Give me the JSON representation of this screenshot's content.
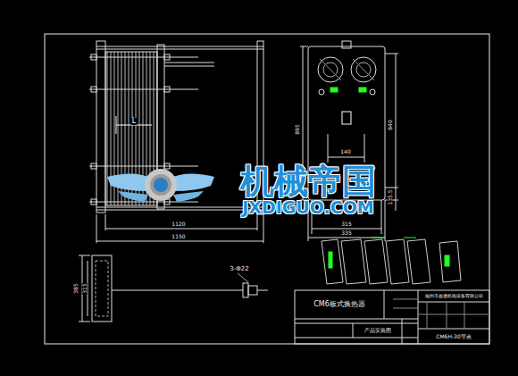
{
  "diagram": {
    "nodes": [
      {
        "text": [
          "CM6板式换热器"
        ]
      },
      {
        "text": [
          "福州市鑫通机电设备有限公司"
        ]
      },
      {
        "text": [
          "产品安装图"
        ]
      },
      {
        "text": [
          "CM6H-30节点"
        ]
      }
    ],
    "labels": [
      "1120",
      "1150",
      "895",
      "840",
      "140",
      "315",
      "335",
      "135.5",
      "385",
      "315",
      "3-Φ22",
      "L",
      "机械帝国",
      "JXDIGUO.COM"
    ]
  }
}
